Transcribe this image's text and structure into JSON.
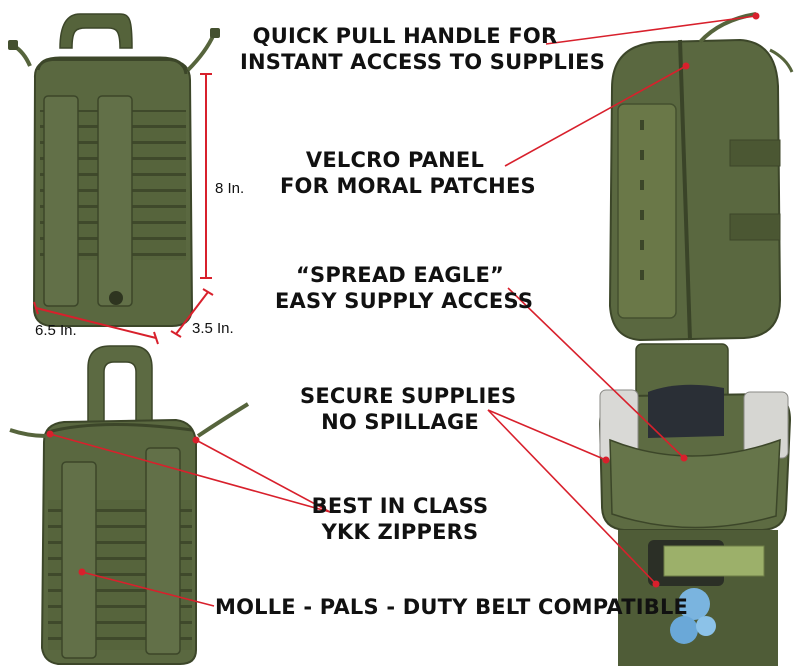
{
  "callouts": {
    "handle": [
      "QUICK PULL HANDLE FOR",
      "INSTANT ACCESS TO SUPPLIES"
    ],
    "velcro": [
      "VELCRO PANEL",
      "FOR MORAL PATCHES"
    ],
    "eagle": [
      "“SPREAD EAGLE”",
      "EASY SUPPLY ACCESS"
    ],
    "secure": [
      "SECURE SUPPLIES",
      "NO SPILLAGE"
    ],
    "zippers": [
      "BEST IN CLASS",
      "YKK ZIPPERS"
    ],
    "molle": [
      "MOLLE - PALS - DUTY BELT COMPATIBLE"
    ]
  },
  "dimensions": {
    "height": "8 In.",
    "width": "6.5 In.",
    "depth": "3.5 In."
  },
  "colors": {
    "pouch": "#5a6840",
    "pouch_dark": "#3f4a2c",
    "pouch_light": "#6e7c50",
    "pointer": "#d8202c",
    "background": "#ffffff"
  }
}
